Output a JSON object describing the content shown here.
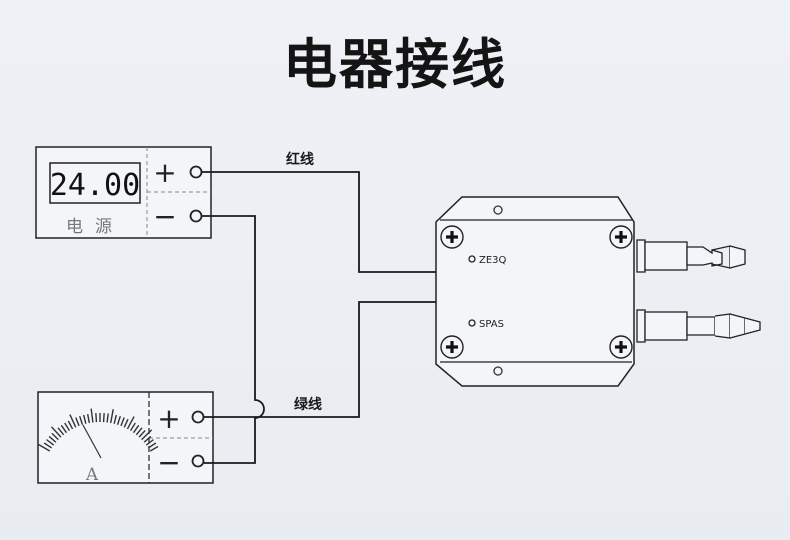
{
  "title": "电器接线",
  "power_supply": {
    "display_value": "24.00",
    "label": "电源",
    "terminal_plus": "+",
    "terminal_minus": "−"
  },
  "meter": {
    "unit_label": "A",
    "terminal_plus": "+",
    "terminal_minus": "−"
  },
  "wires": {
    "red_label": "红线",
    "green_label": "绿线"
  },
  "transmitter": {
    "indicator_1": "ZE3Q",
    "indicator_2": "SPAS"
  },
  "colors": {
    "line": "#1a1a1a",
    "background": "#eef1f5"
  }
}
